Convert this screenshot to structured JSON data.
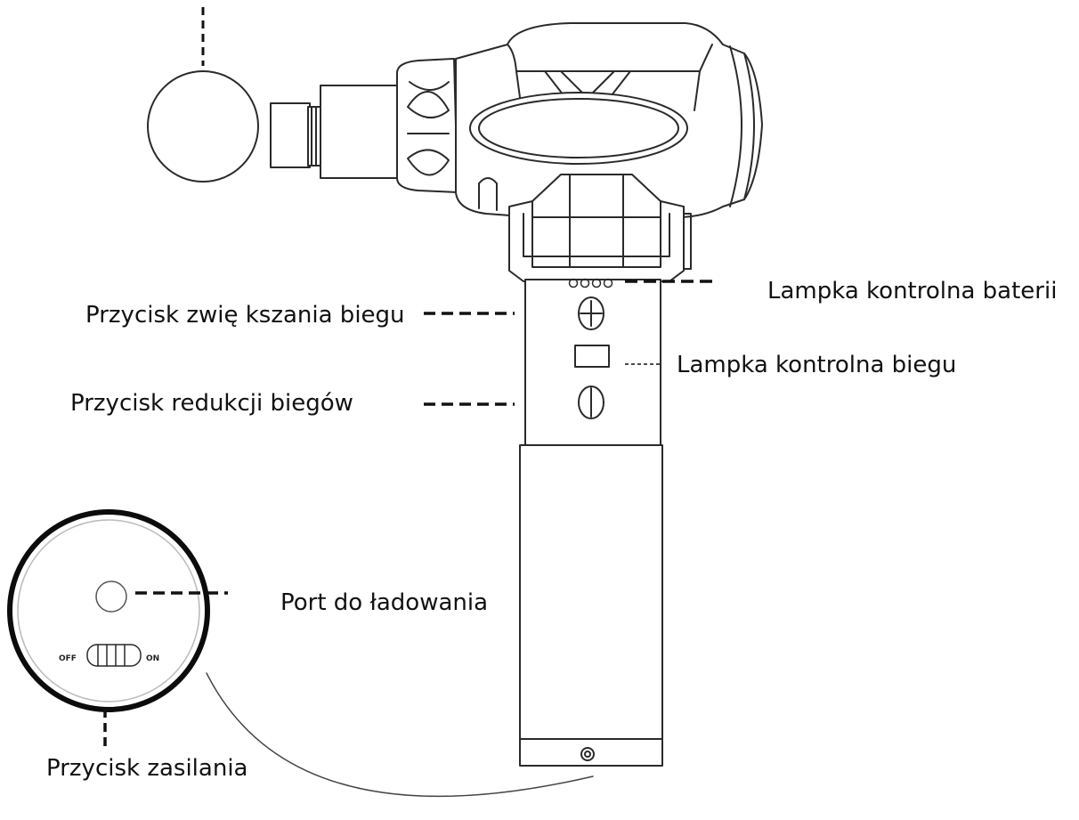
{
  "labels": {
    "battery_indicator": "Lampka kontrolna baterii",
    "gear_up_button": "Przycisk zwię kszania biegu",
    "gear_indicator": "Lampka kontrolna biegu",
    "gear_down_button": "Przycisk redukcji biegów",
    "charging_port": "Port do ładowania",
    "power_button": "Przycisk zasilania"
  },
  "switch": {
    "off": "OFF",
    "on": "ON"
  },
  "colors": {
    "line": "#2a2a2a",
    "leader": "#111111",
    "detail_border": "#0c0c0c"
  },
  "icons": {
    "gear_up": "plus-circle-icon",
    "gear_down": "minus-circle-icon"
  }
}
